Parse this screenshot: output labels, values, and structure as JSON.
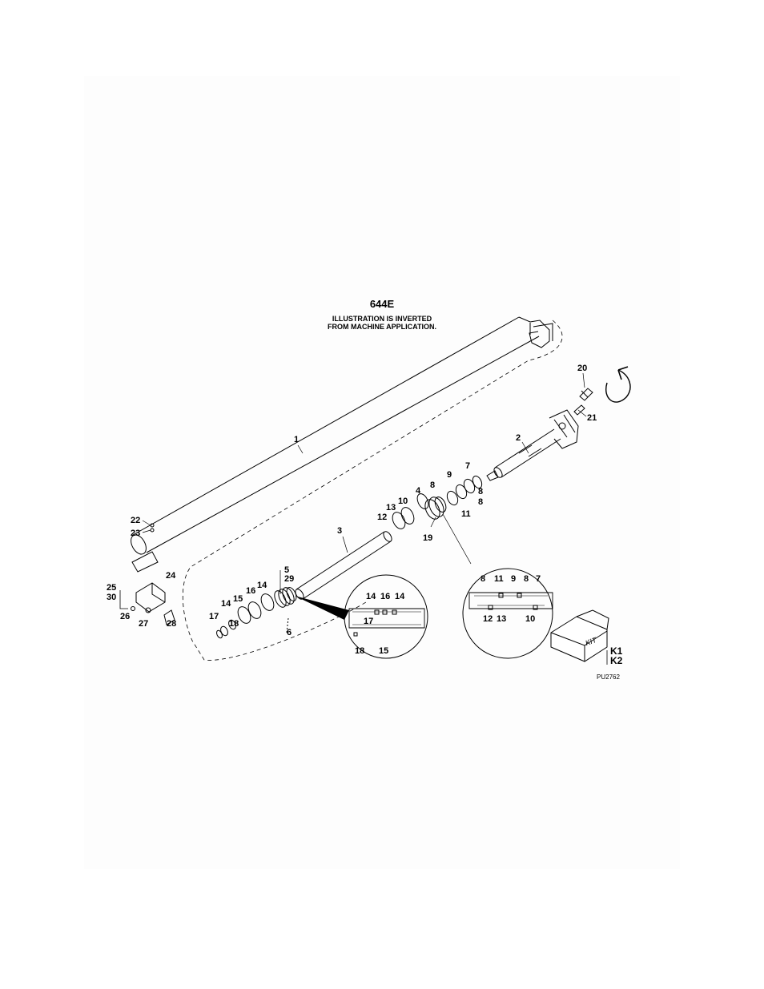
{
  "header": {
    "model": "644E",
    "note_line1": "ILLUSTRATION IS INVERTED",
    "note_line2": "FROM MACHINE APPLICATION."
  },
  "kit_box_text": "KIT",
  "figure_id": "PU2762",
  "callouts": [
    "1",
    "2",
    "3",
    "4",
    "5",
    "29",
    "6",
    "7",
    "8",
    "9",
    "8",
    "11",
    "8",
    "10",
    "13",
    "12",
    "19",
    "20",
    "21",
    "22",
    "23",
    "24",
    "25",
    "30",
    "26",
    "27",
    "28",
    "14",
    "15",
    "16",
    "14",
    "17",
    "18"
  ],
  "detail_right": [
    "8",
    "11",
    "9",
    "8",
    "7",
    "12",
    "13",
    "10"
  ],
  "detail_left": [
    "14",
    "16",
    "14",
    "17",
    "18",
    "15"
  ],
  "kits": [
    "K1",
    "K2"
  ],
  "colors": {
    "line": "#000000",
    "paper": "#ffffff",
    "background": "#fdfdfd"
  },
  "icons": {
    "rotation": "curved-rotation-arrow-icon",
    "kit": "kit-box-icon"
  }
}
